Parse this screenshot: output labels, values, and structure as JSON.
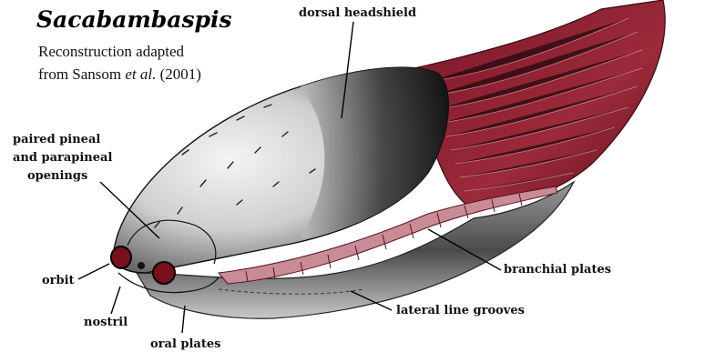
{
  "title": "Sacabambaspis",
  "subtitle": {
    "line1": "Reconstruction adapted",
    "line2_prefix": "from Sansom ",
    "line2_italic": "et al.",
    "line2_suffix": " (2001)"
  },
  "labels": {
    "dorsal_headshield": "dorsal headshield",
    "pineal_line1": "paired pineal",
    "pineal_line2": "and parapineal",
    "pineal_line3": "openings",
    "orbit": "orbit",
    "nostril": "nostril",
    "oral_plates": "oral plates",
    "branchial_plates": "branchial plates",
    "lateral_line_grooves": "lateral line grooves"
  },
  "colors": {
    "headshield_light": "#f2f2f2",
    "headshield_dark": "#1a1a1a",
    "branchial_red": "#8c1c2c",
    "plate_pink": "#c98b96",
    "orbit_red": "#7a0f1e"
  }
}
